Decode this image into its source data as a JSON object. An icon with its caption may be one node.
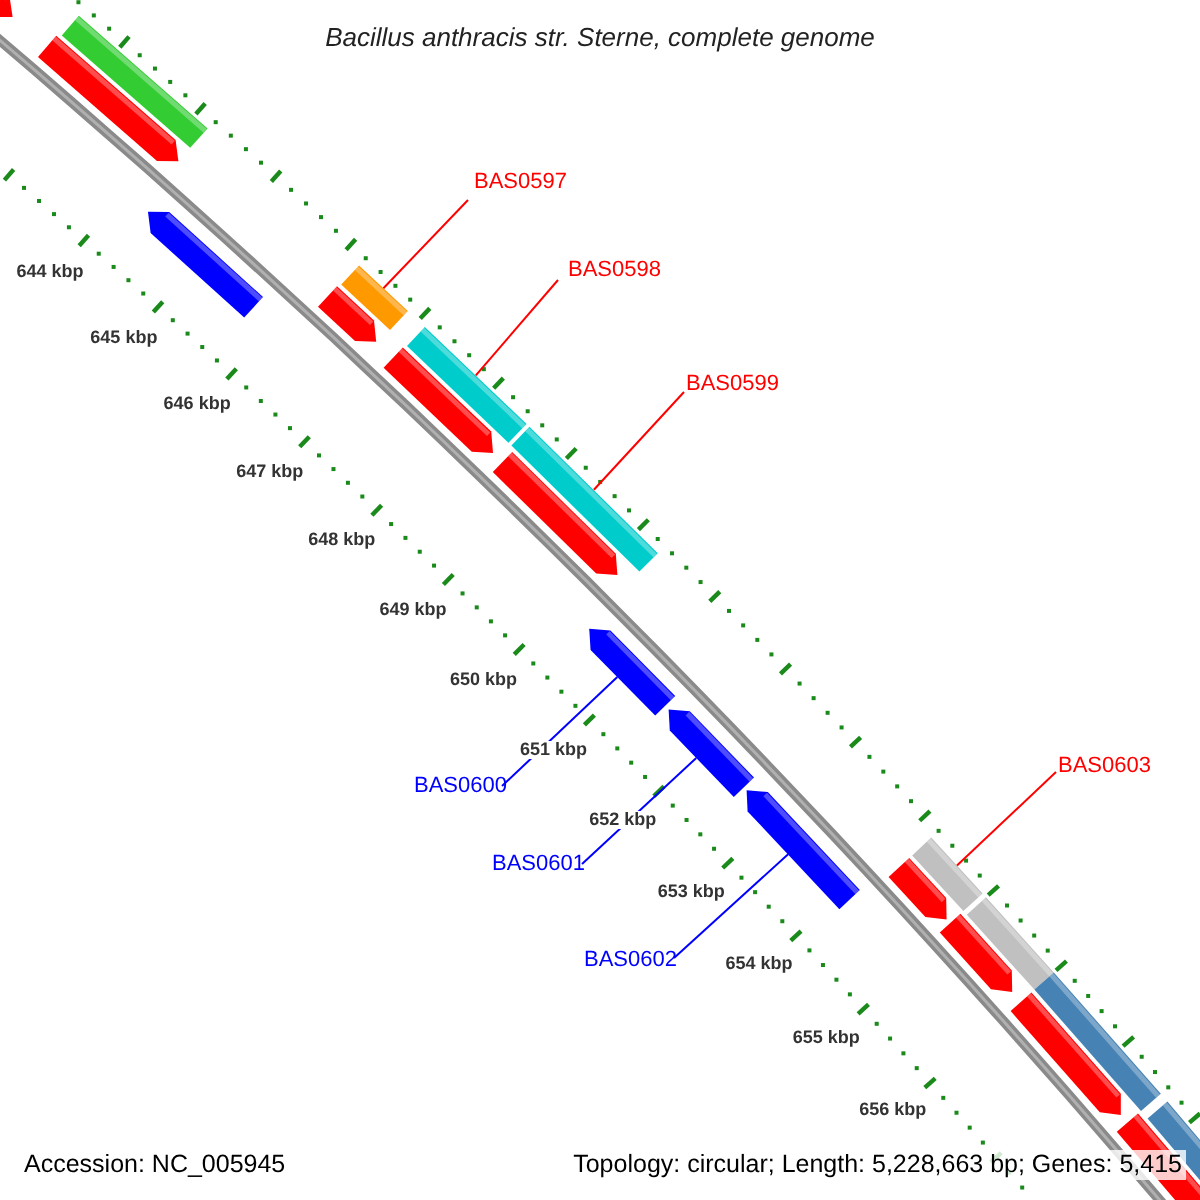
{
  "diagram": {
    "title": "Bacillus anthracis str. Sterne, complete genome",
    "nodes": [
      {
        "text": [
          "BAS0597"
        ]
      },
      {
        "text": [
          "BAS0598"
        ]
      },
      {
        "text": [
          "BAS0599"
        ]
      },
      {
        "text": [
          "BAS0600"
        ]
      },
      {
        "text": [
          "BAS0601"
        ]
      },
      {
        "text": [
          "BAS0602"
        ]
      },
      {
        "text": [
          "BAS0603"
        ]
      },
      {
        "text": [],
        "shape": "pentagon"
      },
      {
        "text": [],
        "shape": "pentagon"
      },
      {
        "text": [],
        "shape": "bar"
      },
      {
        "text": [],
        "shape": "pentagon"
      },
      {
        "text": [],
        "shape": "pentagon"
      },
      {
        "text": [],
        "shape": "bar"
      },
      {
        "text": [],
        "shape": "pentagon"
      },
      {
        "text": [],
        "shape": "bar"
      },
      {
        "text": [],
        "shape": "bar"
      },
      {
        "text": [],
        "shape": "pentagon"
      },
      {
        "text": [],
        "shape": "pentagon"
      },
      {
        "text": [],
        "shape": "pentagon"
      },
      {
        "text": [],
        "shape": "pentagon"
      },
      {
        "text": [],
        "shape": "pentagon"
      },
      {
        "text": [],
        "shape": "bar"
      },
      {
        "text": [],
        "shape": "pentagon"
      },
      {
        "text": [],
        "shape": "bar"
      },
      {
        "text": [],
        "shape": "pentagon"
      },
      {
        "text": [],
        "shape": "bar"
      },
      {
        "text": [],
        "shape": "pentagon"
      },
      {
        "text": [],
        "shape": "bar"
      }
    ],
    "edges": [
      {
        "from": 0,
        "to": 12,
        "arrow": "none"
      },
      {
        "from": 1,
        "to": 14,
        "arrow": "none"
      },
      {
        "from": 2,
        "to": 15,
        "arrow": "none"
      },
      {
        "from": 3,
        "to": 17,
        "arrow": "none",
        "color": "#0000ff"
      },
      {
        "from": 4,
        "to": 18,
        "arrow": "none",
        "color": "#0000ff"
      },
      {
        "from": 5,
        "to": 19,
        "arrow": "none",
        "color": "#0000ff"
      },
      {
        "from": 6,
        "to": 21,
        "arrow": "none"
      }
    ],
    "labels": [
      "644 kbp",
      "645 kbp",
      "646 kbp",
      "647 kbp",
      "648 kbp",
      "649 kbp",
      "650 kbp",
      "651 kbp",
      "652 kbp",
      "653 kbp",
      "654 kbp",
      "655 kbp",
      "656 kbp",
      "Accession: NC_005945",
      "Topology: circular; Length: 5,228,663 bp; Genes: 5,415"
    ]
  }
}
